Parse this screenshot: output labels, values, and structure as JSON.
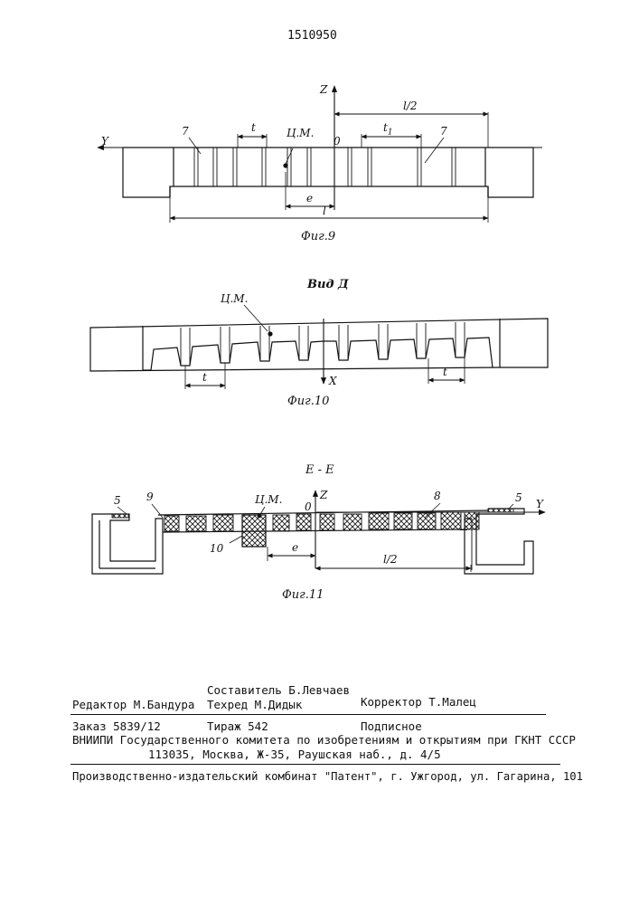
{
  "header": {
    "patent_number": "1510950"
  },
  "fig9": {
    "caption": "Фиг.9",
    "labels": {
      "z": "Z",
      "y": "Y",
      "seven_left": "7",
      "seven_right": "7",
      "t": "t",
      "cm": "Ц.М.",
      "zero": "0",
      "half_l": "l/2",
      "t1": "t",
      "t1_sub": "1",
      "e": "e",
      "l": "l"
    }
  },
  "fig10": {
    "view_title": "Вид Д",
    "caption": "Фиг.10",
    "labels": {
      "cm": "Ц.М.",
      "x": "X",
      "t_left": "t",
      "t_right": "t"
    }
  },
  "fig11": {
    "section_title": "Е - Е",
    "caption": "Фиг.11",
    "labels": {
      "five_left": "5",
      "nine": "9",
      "cm": "Ц.М.",
      "z": "Z",
      "zero": "0",
      "eight": "8",
      "five_right": "5",
      "y": "Y",
      "ten": "10",
      "e": "e",
      "half_l": "l/2"
    }
  },
  "footer": {
    "compiler": "Составитель Б.Левчаев",
    "editor": "Редактор М.Бандура",
    "techred": "Техред М.Дидык",
    "corrector": "Корректор Т.Малец",
    "order": "Заказ 5839/12",
    "circulation": "Тираж 542",
    "subscription": "Подписное",
    "institute": "ВНИИПИ Государственного комитета по изобретениям и открытиям при ГКНТ СССР",
    "address": "113035, Москва, Ж-35, Раушская наб., д. 4/5",
    "publisher": "Производственно-издательский комбинат \"Патент\", г. Ужгород, ул. Гагарина, 101"
  }
}
